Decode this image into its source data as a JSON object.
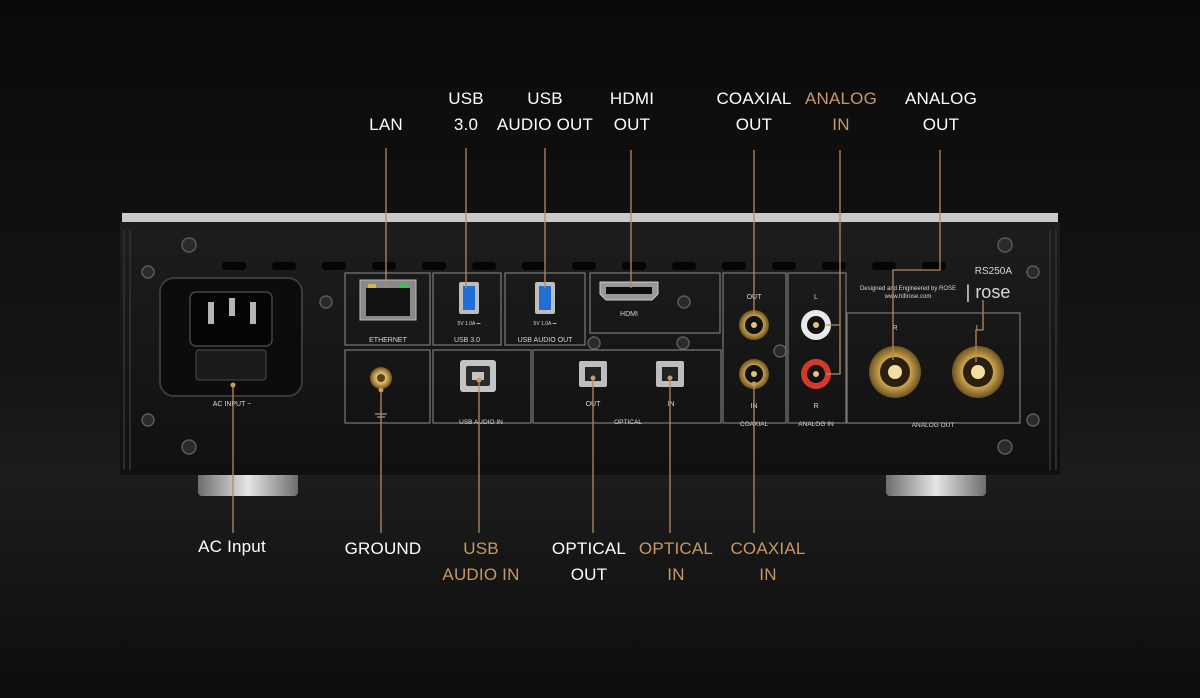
{
  "colors": {
    "background": "#141414",
    "label_white": "#ffffff",
    "label_gold": "#c99863",
    "leader_line": "#b48a5c",
    "chassis": "#161616",
    "top_edge": "#c9c9c9"
  },
  "device": {
    "model": "RS250A",
    "engraving_line1": "Designed and Engineered by ROSE",
    "engraving_line2": "www.hifirose.com",
    "brand_logo": "| rose",
    "panel_labels": {
      "ethernet": "ETHERNET",
      "usb30": "USB 3.0",
      "usb_audio_out": "USB AUDIO OUT",
      "usb_spec_1": "5V 1.0A ⎓",
      "usb_spec_2": "5V 1.0A ⎓",
      "hdmi": "HDMI",
      "coax_out": "OUT",
      "coax_in": "IN",
      "coaxial": "COAXIAL",
      "analog_l": "L",
      "analog_r": "R",
      "analog_in": "ANALOG IN",
      "ao_r": "R",
      "ao_l": "L",
      "analog_out": "ANALOG OUT",
      "ac_input": "AC INPUT ~",
      "usb_audio_in": "USB AUDIO IN",
      "opt_out": "OUT",
      "opt_in": "IN",
      "optical": "OPTICAL"
    }
  },
  "callouts": {
    "lan": {
      "lines": [
        "LAN"
      ],
      "color": "white"
    },
    "usb30": {
      "lines": [
        "USB",
        "3.0"
      ],
      "color": "white"
    },
    "usb_audio_out": {
      "lines": [
        "USB",
        "AUDIO OUT"
      ],
      "color": "white"
    },
    "hdmi_out": {
      "lines": [
        "HDMI",
        "OUT"
      ],
      "color": "white"
    },
    "coaxial_out": {
      "lines": [
        "COAXIAL",
        "OUT"
      ],
      "color": "white"
    },
    "analog_in": {
      "lines": [
        "ANALOG",
        "IN"
      ],
      "color": "gold"
    },
    "analog_out": {
      "lines": [
        "ANALOG",
        "OUT"
      ],
      "color": "white"
    },
    "ac_input": {
      "lines": [
        "AC Input"
      ],
      "color": "white"
    },
    "ground": {
      "lines": [
        "GROUND"
      ],
      "color": "white"
    },
    "usb_audio_in": {
      "lines": [
        "USB",
        "AUDIO IN"
      ],
      "color": "gold"
    },
    "optical_out": {
      "lines": [
        "OPTICAL",
        "OUT"
      ],
      "color": "white"
    },
    "optical_in": {
      "lines": [
        "OPTICAL",
        "IN"
      ],
      "color": "gold"
    },
    "coaxial_in": {
      "lines": [
        "COAXIAL",
        "IN"
      ],
      "color": "gold"
    }
  }
}
